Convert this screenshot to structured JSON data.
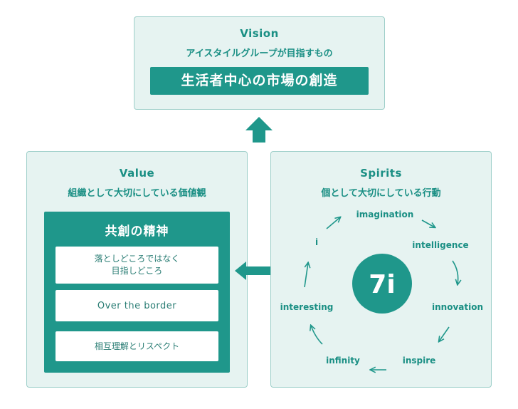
{
  "vision": {
    "title": "Vision",
    "subtitle": "アイスタイルグループが目指すもの",
    "banner": "生活者中心の市場の創造"
  },
  "value": {
    "title": "Value",
    "subtitle": "組織として大切にしている価値観",
    "box_title": "共創の精神",
    "items": [
      {
        "line1": "落としどころではなく",
        "line2": "目指しどころ"
      },
      {
        "line1": "Over the border",
        "line2": ""
      },
      {
        "line1": "相互理解とリスペクト",
        "line2": ""
      }
    ]
  },
  "spirits": {
    "title": "Spirits",
    "subtitle": "個として大切にしている行動",
    "center": "7i",
    "items": [
      "imagination",
      "intelligence",
      "innovation",
      "inspire",
      "infinity",
      "interesting",
      "i"
    ]
  },
  "colors": {
    "accent": "#1f978b",
    "panel_bg": "#e6f3f1",
    "panel_border": "#9dcfc9"
  },
  "icons": {
    "up": "arrow-up-icon",
    "double": "double-arrow-icon",
    "cycle": "cycle-arrow-icon"
  }
}
